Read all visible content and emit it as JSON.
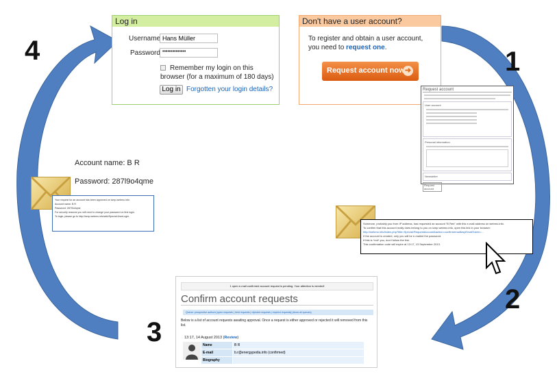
{
  "steps": [
    "1",
    "2",
    "3",
    "4"
  ],
  "colors": {
    "arrow": "#4f7fc0",
    "login_border": "#9bd06a",
    "login_header": "#d3eea0",
    "register_header": "#fbc9a0",
    "request_button": "#e2691c",
    "link": "#1a63b8"
  },
  "login": {
    "title": "Log in",
    "username_label": "Username:",
    "username_value": "Hans Müller",
    "password_label": "Password:",
    "password_value": "••••••••••••••",
    "remember_label": "Remember my login on this browser (for a maximum of 180 days)",
    "login_button": "Log in",
    "forgot_link": "Forgotten your login details?"
  },
  "register": {
    "title": "Don't have a user account?",
    "text": "To register and obtain a user account, you need to",
    "link": "request one",
    "text_end": ".",
    "button": "Request account now",
    "button_icon": "arrow-right-icon"
  },
  "request_form": {
    "title": "Request account",
    "sections": [
      "User account",
      "Personal information",
      "Newsletter"
    ],
    "submit": "Request account"
  },
  "confirm_email": {
    "lines": [
      "Someone, probably you from IP address, has requested an account \"B Reb\" with this e-mail address on webmo.info.",
      "To confirm that this account really does belong to you on icmp.webmo.info, open this link in your browser:",
      "http://webmo.info/index.php?title=Special:RequestAccount&action=confirmemail&wpEmailToken=...",
      "If the account is created, only you will be e-mailed the password.",
      "If this is *not* you, don't follow the link.",
      "This confirmation code will expire at 13:17, 13 September 2013."
    ]
  },
  "approval": {
    "account_name": "Account name: B R",
    "password": "Password: 287l9o4qme",
    "email_lines": [
      "Your request for an account has been approved on icmp.webmo.info.",
      "Account name: B R",
      "Password: 287l9o4qme",
      "For security reasons you will need to change your password on first login.",
      "To login, please go to http://icmp.webmo.info/wiki/Special:UserLogin."
    ]
  },
  "confirm_page": {
    "notice": "1 open e-mail confirmed account request is pending. Your attention is needed!",
    "title": "Confirm account requests",
    "queues": "Queue: prospective authors [open requests | held requests | rejected requests | expired requests] (show all queues)",
    "intro": "Below is a list of account requests awaiting approval. Once a request is either approved or rejected it will removed from this list.",
    "timestamp": "13:17, 14 August 2013 (",
    "review": "Review",
    "timestamp_end": ")",
    "fields": [
      {
        "label": "Name",
        "value": "B R"
      },
      {
        "label": "E-mail",
        "value": "b.r@energypedia.info (confirmed)"
      },
      {
        "label": "Biography",
        "value": ""
      }
    ]
  }
}
